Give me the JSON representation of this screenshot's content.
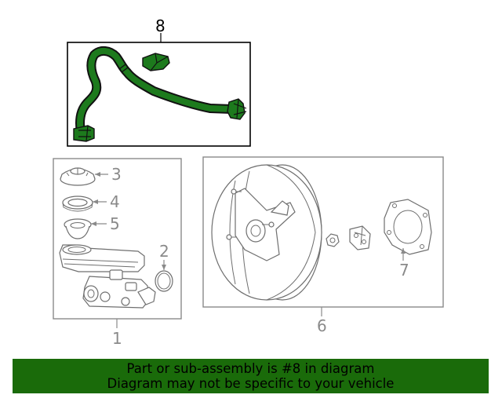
{
  "callouts": {
    "c8": "8",
    "c3": "3",
    "c4": "4",
    "c5": "5",
    "c2": "2",
    "c1": "1",
    "c6": "6",
    "c7": "7"
  },
  "banner": {
    "line1": "Part or sub-assembly is #8 in diagram",
    "line2": "Diagram may not be specific to your vehicle"
  },
  "colors": {
    "highlight": "#1d7a1d",
    "banner_bg": "#1a6b0a",
    "line_grey": "#6f6f6f"
  }
}
